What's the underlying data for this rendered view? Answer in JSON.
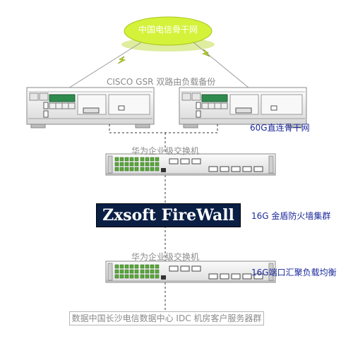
{
  "cloud": {
    "label": "中国电信骨干网"
  },
  "router": {
    "caption": "CISCO GSR 双路由负载备份"
  },
  "labels": {
    "backbone": "60G直连骨干网",
    "switch_top": "华为企业级交换机",
    "switch_bottom": "华为企业级交换机",
    "firewall": "Zxsoft FireWall",
    "firewall_note": "16G 金盾防火墙集群",
    "lb_note": "16G端口汇聚负载均衡",
    "footer": "数据中国长沙电信数据中心 IDC 机房客户服务器群"
  },
  "colors": {
    "cloud_fill": "#d4f23a",
    "firewall_bg": "#0b1f45",
    "blue_text": "#1c2a9c",
    "gray_text": "#8a8a8a"
  }
}
